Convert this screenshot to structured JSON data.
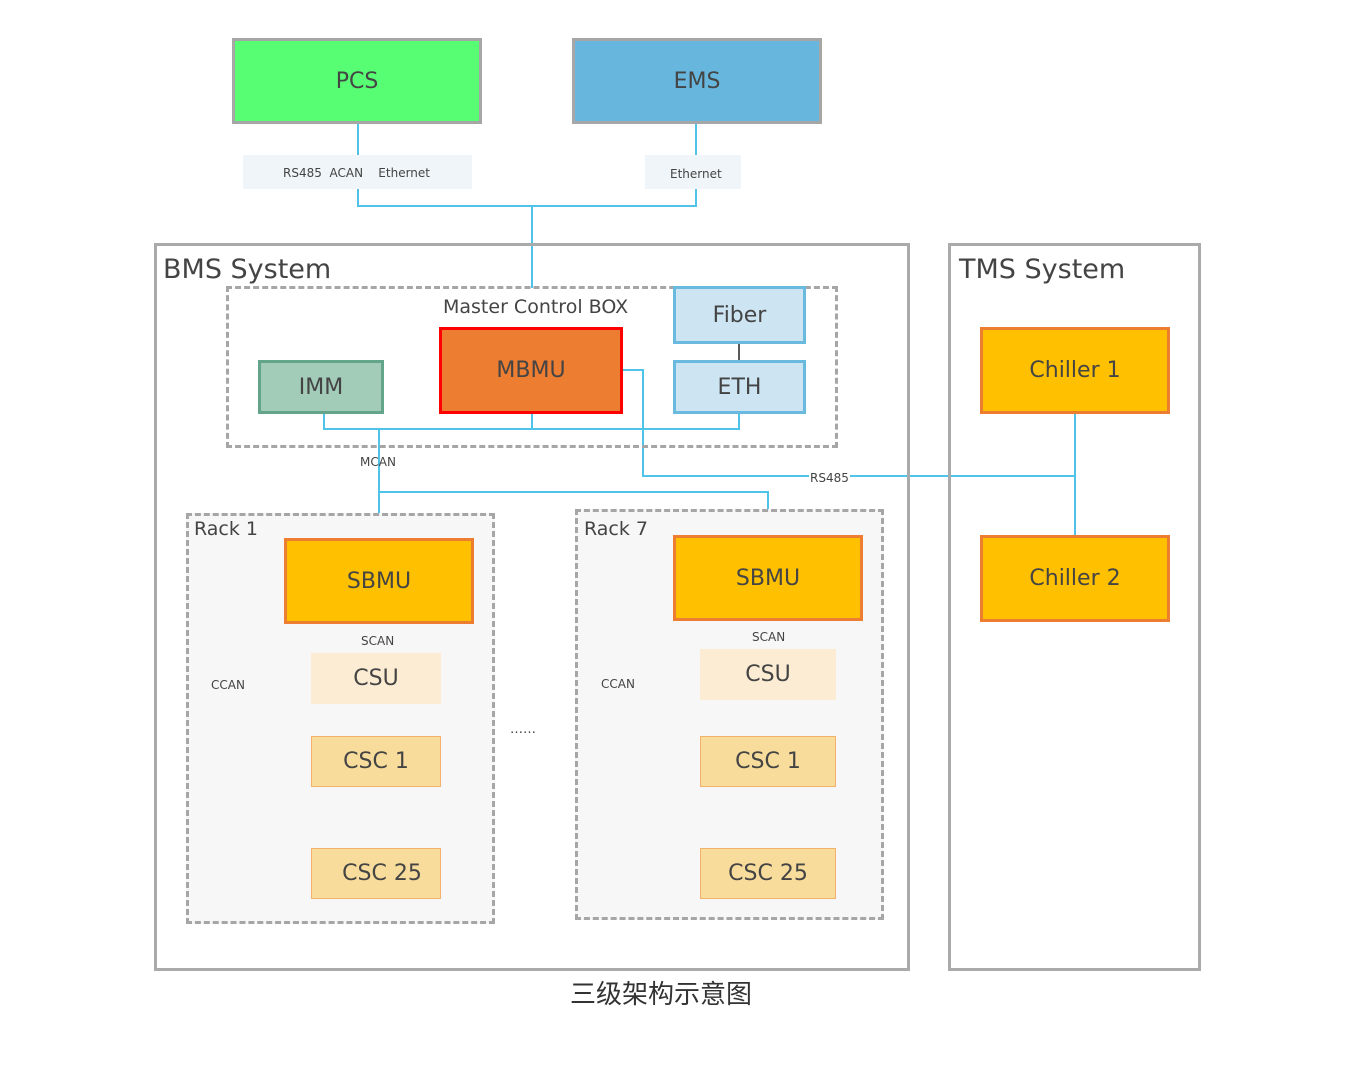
{
  "diagram": {
    "nodes": {
      "pcs": "PCS",
      "ems": "EMS",
      "fiber": "Fiber",
      "eth": "ETH",
      "imm": "IMM",
      "mbmu": "MBMU",
      "chiller1": "Chiller 1",
      "chiller2": "Chiller 2"
    },
    "groups": {
      "bms": "BMS System",
      "tms": "TMS System",
      "master_box": "Master Control BOX"
    },
    "links": {
      "pcs_protocols": "RS485  ACAN    Ethernet",
      "ems_protocol": "Ethernet",
      "mcan": "MCAN",
      "rs485": "RS485"
    },
    "racks": [
      {
        "title": "Rack 1",
        "sbmu": "SBMU",
        "scan": "SCAN",
        "csu": "CSU",
        "ccan": "CCAN",
        "csc_first": "CSC 1",
        "csc_last": "CSC 25"
      },
      {
        "title": "Rack 7",
        "sbmu": "SBMU",
        "scan": "SCAN",
        "csu": "CSU",
        "ccan": "CCAN",
        "csc_first": "CSC 1",
        "csc_last": "CSC 25"
      }
    ],
    "ellipsis": "……",
    "caption": "三级架构示意图"
  },
  "colors": {
    "pcs_fill": "#57fd73",
    "ems_fill": "#67b6dd",
    "mbmu_fill": "#ed7d31",
    "mbmu_border": "#ff0000",
    "imm_fill": "#a2cbb8",
    "imm_border": "#63a58a",
    "fiber_fill": "#cde4f2",
    "fiber_border": "#6ab9de",
    "sbmu_fill": "#ffc000",
    "sbmu_border": "#ed7d31",
    "csu_fill": "#fcecd4",
    "csc_fill": "#f8dc9b",
    "csc_border": "#f4b16b",
    "line": "#4fc3e8"
  }
}
